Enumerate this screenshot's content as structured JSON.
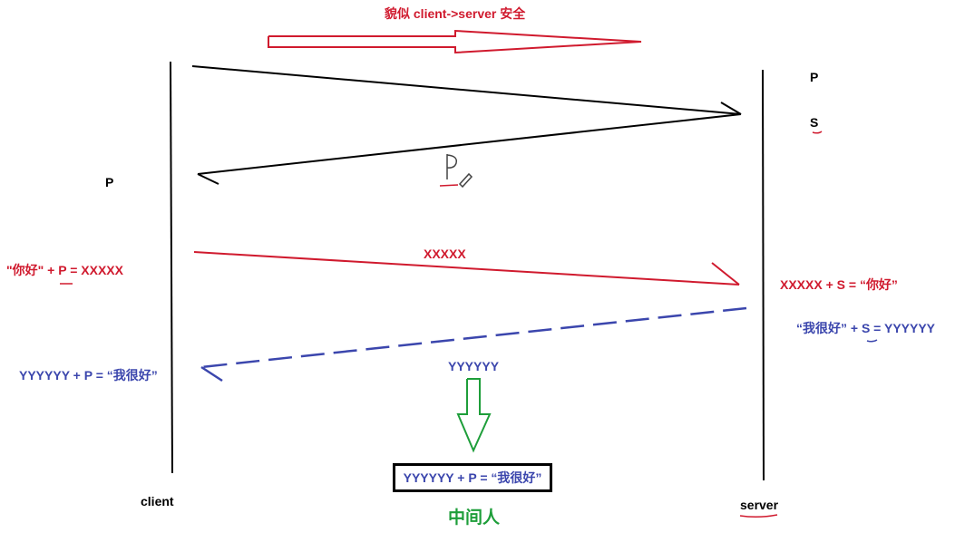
{
  "diagram": {
    "title": "貌似 client->server 安全",
    "client_label": "client",
    "server_label": "server",
    "server_keys": {
      "public": "P",
      "private": "S"
    },
    "client_key": "P",
    "handwritten_key": "P",
    "message1": {
      "client_calc": "\"你好\" + P = XXXXX",
      "ciphertext": "XXXXX",
      "server_calc": "XXXXX + S = “你好”"
    },
    "message2": {
      "server_calc": "“我很好” + S = YYYYYY",
      "ciphertext": "YYYYYY",
      "client_calc": "YYYYYY + P = “我很好”"
    },
    "mitm": {
      "box_text": "YYYYYY + P = “我很好”",
      "label": "中间人"
    },
    "colors": {
      "red": "#d01a2e",
      "blue": "#3b46ad",
      "green": "#1e9e3a",
      "black": "#000000"
    }
  }
}
